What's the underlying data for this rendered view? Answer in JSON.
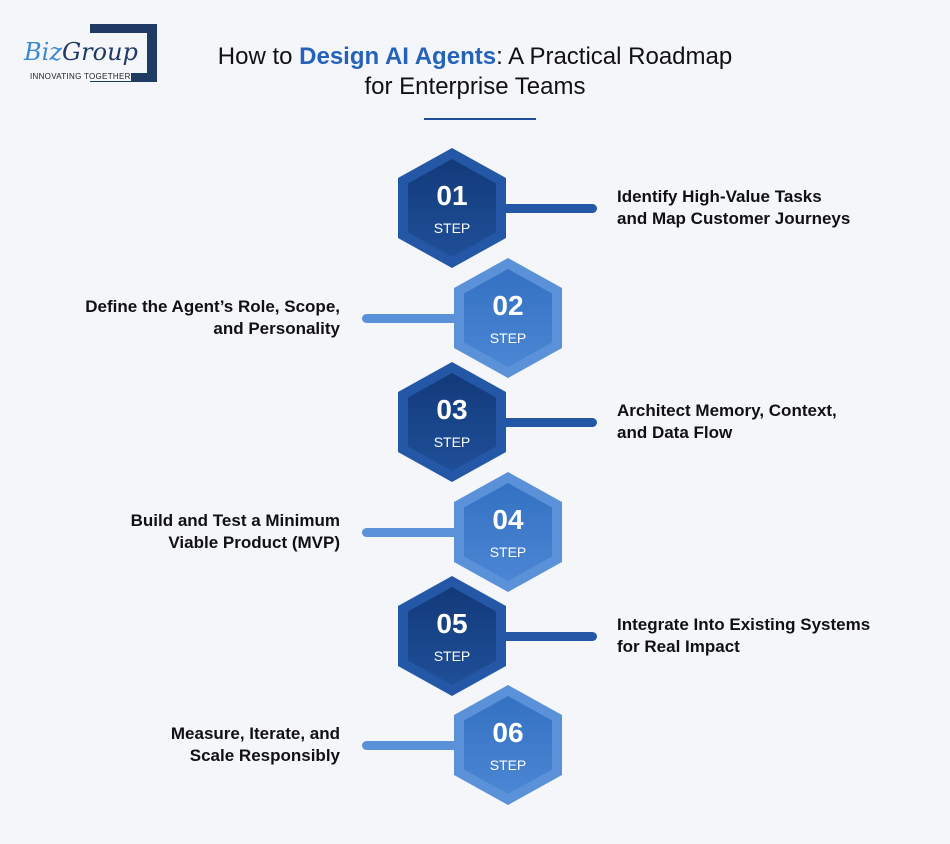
{
  "logo": {
    "brand_a": "Biz",
    "brand_b": "Group",
    "tagline": "INNOVATING TOGETHER"
  },
  "title": {
    "pre": "How to ",
    "highlight": "Design AI Agents",
    "post": ": A Practical Roadmap",
    "line2": "for Enterprise Teams"
  },
  "step_word": "STEP",
  "steps": [
    {
      "num": "01",
      "l1": "Identify High-Value Tasks",
      "l2": "and Map Customer Journeys"
    },
    {
      "num": "02",
      "l1": "Define the Agent’s Role, Scope,",
      "l2": "and Personality"
    },
    {
      "num": "03",
      "l1": "Architect Memory, Context,",
      "l2": "and Data Flow"
    },
    {
      "num": "04",
      "l1": "Build and Test a Minimum",
      "l2": "Viable Product (MVP)"
    },
    {
      "num": "05",
      "l1": "Integrate Into Existing Systems",
      "l2": "for Real Impact"
    },
    {
      "num": "06",
      "l1": "Measure, Iterate, and",
      "l2": "Scale Responsibly"
    }
  ],
  "colors": {
    "dark": "#2457a6",
    "light": "#5b91d8",
    "accent": "#2563b8"
  }
}
